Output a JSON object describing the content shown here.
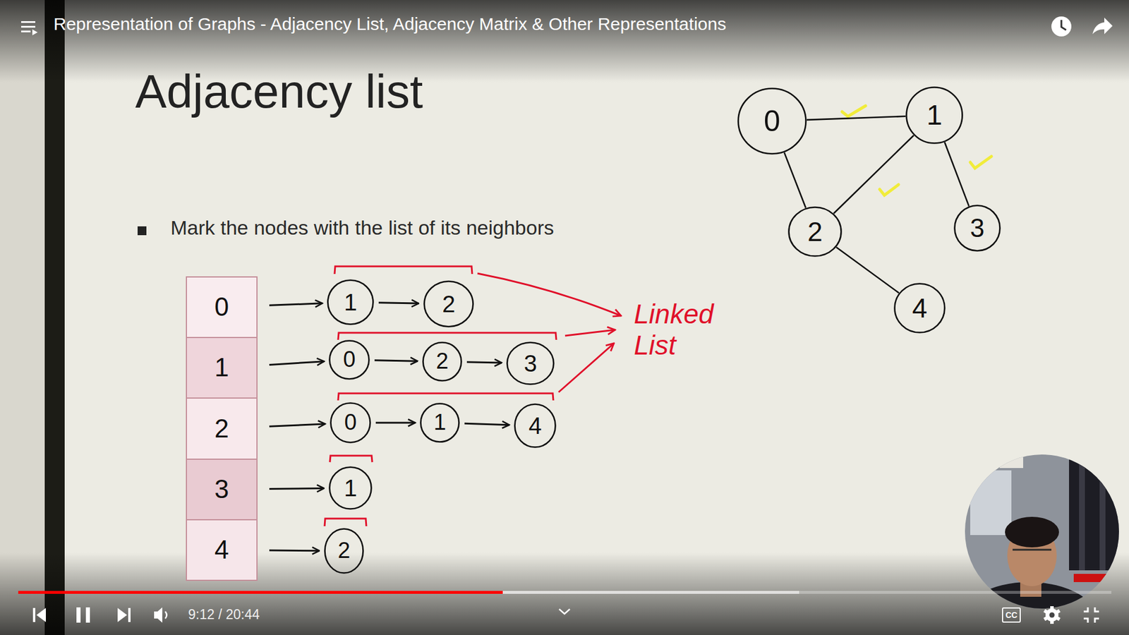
{
  "diagram": {
    "title": "Adjacency list",
    "nodes": [
      {
        "text": [
          "0"
        ]
      },
      {
        "text": [
          "1"
        ]
      },
      {
        "text": [
          "2"
        ]
      },
      {
        "text": [
          "3"
        ]
      },
      {
        "text": [
          "4"
        ]
      },
      {
        "text": [
          "0"
        ]
      },
      {
        "text": [
          "1"
        ]
      },
      {
        "text": [
          "2"
        ]
      },
      {
        "text": [
          "1"
        ]
      },
      {
        "text": [
          "0"
        ]
      },
      {
        "text": [
          "2"
        ]
      },
      {
        "text": [
          "3"
        ]
      },
      {
        "text": [
          "2"
        ]
      },
      {
        "text": [
          "0"
        ]
      },
      {
        "text": [
          "1"
        ]
      },
      {
        "text": [
          "4"
        ]
      },
      {
        "text": [
          "3"
        ]
      },
      {
        "text": [
          "1"
        ]
      },
      {
        "text": [
          "4"
        ]
      },
      {
        "text": [
          "2"
        ]
      }
    ],
    "edges": [
      {
        "from": 0,
        "to": 1,
        "arrow": "none"
      },
      {
        "from": 0,
        "to": 2,
        "arrow": "none"
      },
      {
        "from": 1,
        "to": 2,
        "arrow": "none"
      },
      {
        "from": 1,
        "to": 3,
        "arrow": "none"
      },
      {
        "from": 2,
        "to": 4,
        "arrow": "none"
      },
      {
        "from": 5,
        "to": 6,
        "arrow": "to"
      },
      {
        "from": 6,
        "to": 7,
        "arrow": "to"
      },
      {
        "from": 8,
        "to": 9,
        "arrow": "to"
      },
      {
        "from": 9,
        "to": 10,
        "arrow": "to"
      },
      {
        "from": 10,
        "to": 11,
        "arrow": "to"
      },
      {
        "from": 12,
        "to": 13,
        "arrow": "to"
      },
      {
        "from": 13,
        "to": 14,
        "arrow": "to"
      },
      {
        "from": 14,
        "to": 15,
        "arrow": "to"
      },
      {
        "from": 16,
        "to": 17,
        "arrow": "to"
      },
      {
        "from": 18,
        "to": 19,
        "arrow": "to"
      }
    ],
    "labels": [
      "Representation of Graphs - Adjacency List, Adjacency Matrix & Other Representations",
      "Mark the nodes with the list of its neighbors",
      "Linked List",
      "9:12 / 20:44",
      "CC"
    ]
  }
}
